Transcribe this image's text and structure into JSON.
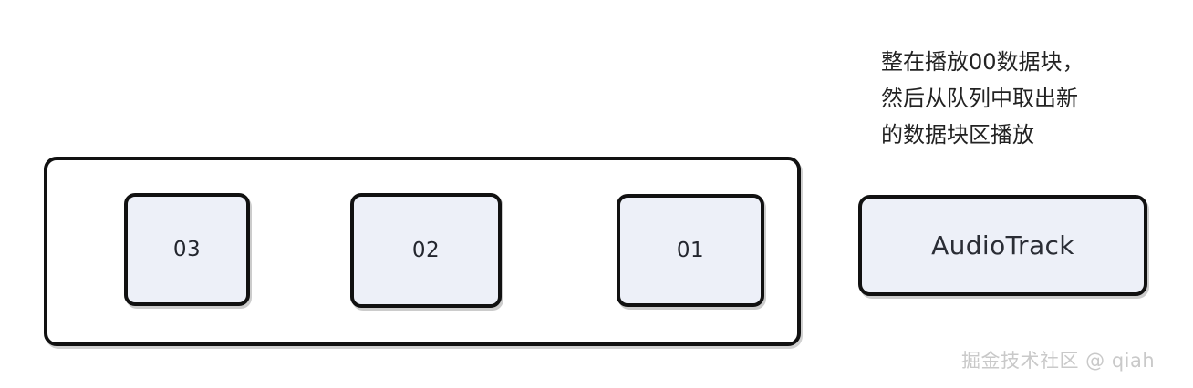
{
  "diagram": {
    "queue": {
      "name": "data-block-queue",
      "blocks": [
        {
          "label": "03"
        },
        {
          "label": "02"
        },
        {
          "label": "01"
        }
      ]
    },
    "sink": {
      "label": "AudioTrack"
    },
    "annotation": {
      "lines": [
        "整在播放00数据块，",
        "然后从队列中取出新",
        "的数据块区播放"
      ]
    },
    "watermark": {
      "text": "掘金技术社区 @ qiah"
    },
    "colors": {
      "stroke": "#111111",
      "block_fill": "#edf0f8",
      "background": "#ffffff",
      "text": "#222222",
      "watermark": "#c9c9c9"
    }
  }
}
